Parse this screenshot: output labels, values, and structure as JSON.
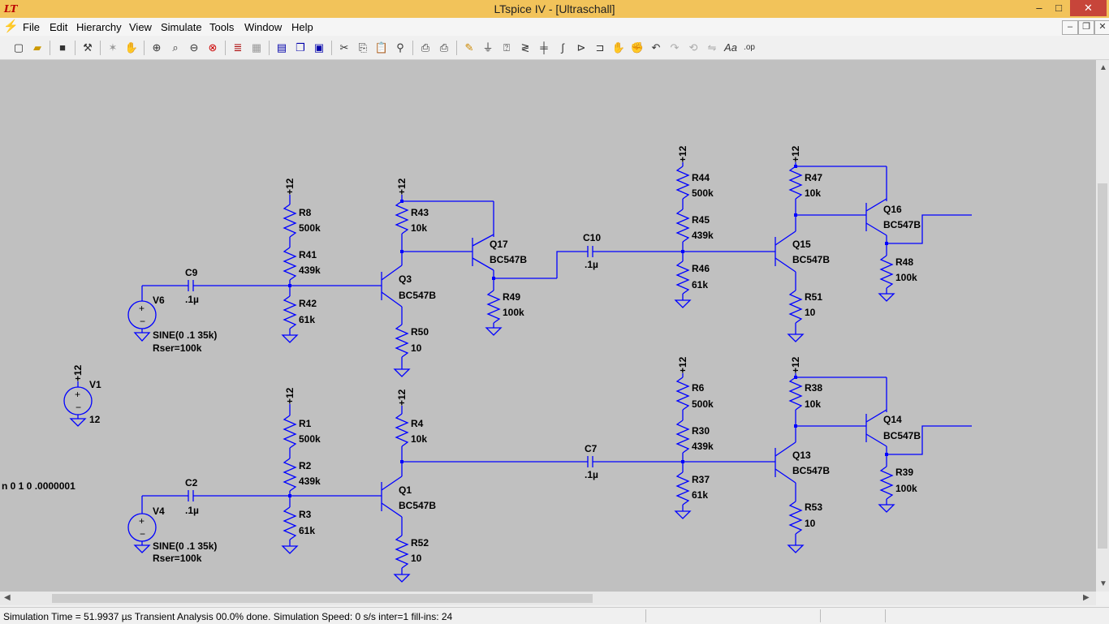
{
  "window": {
    "title": "LTspice IV - [Ultraschall]",
    "minimize": "–",
    "maximize": "□",
    "close": "✕"
  },
  "menu": [
    "File",
    "Edit",
    "Hierarchy",
    "View",
    "Simulate",
    "Tools",
    "Window",
    "Help"
  ],
  "toolbar_icons": [
    "new-schematic",
    "open",
    "save",
    "settings",
    "run",
    "pan",
    "zoom-in",
    "zoom-pan",
    "zoom-out",
    "zoom-cancel",
    "tile-horizontal",
    "tile-vertical",
    "cascade",
    "close-all",
    "cut",
    "copy",
    "paste",
    "find",
    "print-preview",
    "print",
    "draw-wire",
    "ground",
    "label-net",
    "resistor",
    "capacitor",
    "inductor",
    "diode",
    "component",
    "move",
    "drag",
    "undo",
    "redo",
    "rotate",
    "mirror",
    "text",
    "spice-directive"
  ],
  "schematic": {
    "directive": "n 0 1 0 .0000001",
    "supply": "+12",
    "sources": [
      {
        "ref": "V6",
        "value": "SINE(0 .1 35k)",
        "rser": "Rser=100k"
      },
      {
        "ref": "V4",
        "value": "SINE(0 .1 35k)",
        "rser": "Rser=100k"
      },
      {
        "ref": "V1",
        "value": "12"
      }
    ],
    "capacitors": [
      {
        "ref": "C9",
        "value": ".1µ"
      },
      {
        "ref": "C10",
        "value": ".1µ"
      },
      {
        "ref": "C2",
        "value": ".1µ"
      },
      {
        "ref": "C7",
        "value": ".1µ"
      }
    ],
    "resistors": [
      {
        "ref": "R8",
        "value": "500k"
      },
      {
        "ref": "R41",
        "value": "439k"
      },
      {
        "ref": "R42",
        "value": "61k"
      },
      {
        "ref": "R43",
        "value": "10k"
      },
      {
        "ref": "R50",
        "value": "10"
      },
      {
        "ref": "R49",
        "value": "100k"
      },
      {
        "ref": "R44",
        "value": "500k"
      },
      {
        "ref": "R45",
        "value": "439k"
      },
      {
        "ref": "R46",
        "value": "61k"
      },
      {
        "ref": "R47",
        "value": "10k"
      },
      {
        "ref": "R51",
        "value": "10"
      },
      {
        "ref": "R48",
        "value": "100k"
      },
      {
        "ref": "R1",
        "value": "500k"
      },
      {
        "ref": "R2",
        "value": "439k"
      },
      {
        "ref": "R3",
        "value": "61k"
      },
      {
        "ref": "R4",
        "value": "10k"
      },
      {
        "ref": "R52",
        "value": "10"
      },
      {
        "ref": "R6",
        "value": "500k"
      },
      {
        "ref": "R30",
        "value": "439k"
      },
      {
        "ref": "R37",
        "value": "61k"
      },
      {
        "ref": "R38",
        "value": "10k"
      },
      {
        "ref": "R53",
        "value": "10"
      },
      {
        "ref": "R39",
        "value": "100k"
      }
    ],
    "transistors": [
      {
        "ref": "Q3",
        "model": "BC547B"
      },
      {
        "ref": "Q17",
        "model": "BC547B"
      },
      {
        "ref": "Q15",
        "model": "BC547B"
      },
      {
        "ref": "Q16",
        "model": "BC547B"
      },
      {
        "ref": "Q1",
        "model": "BC547B"
      },
      {
        "ref": "Q13",
        "model": "BC547B"
      },
      {
        "ref": "Q14",
        "model": "BC547B"
      }
    ]
  },
  "status": "Simulation Time = 51.9937 µs  Transient Analysis 00.0% done. Simulation Speed: 0 s/s inter=1 fill-ins: 24",
  "colors": {
    "wire": "#0000ff",
    "canvas": "#c0c0c0",
    "titlebar": "#f2c35a"
  }
}
